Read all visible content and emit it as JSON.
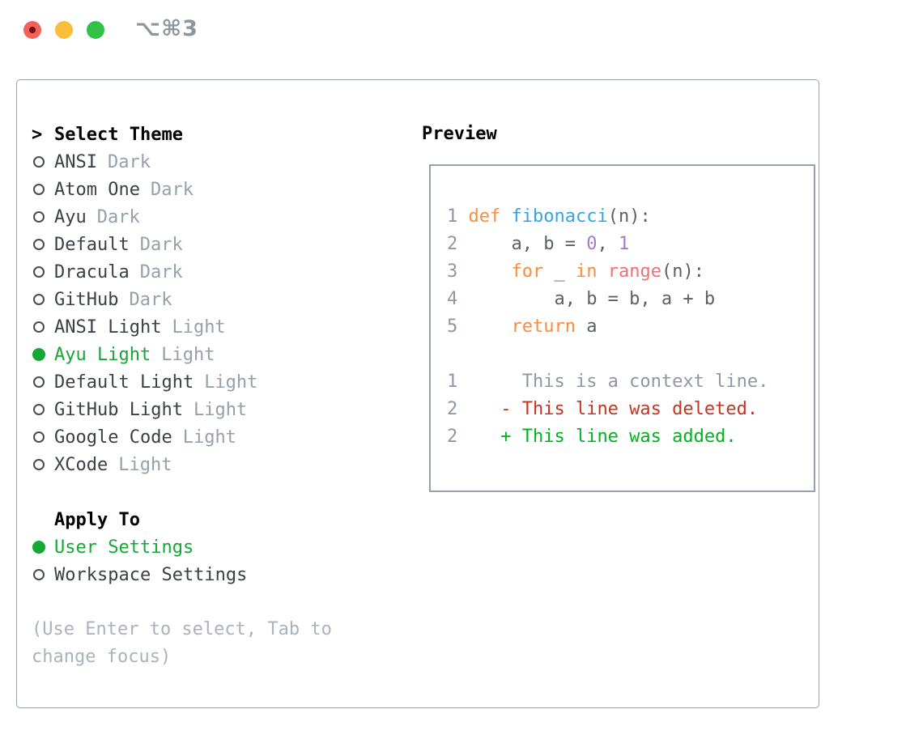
{
  "window": {
    "shortcut": "⌥⌘3",
    "controls": [
      "close",
      "minimize",
      "zoom"
    ]
  },
  "theme_picker": {
    "prompt": ">",
    "title": "Select Theme",
    "items": [
      {
        "name": "ANSI",
        "variant": "Dark",
        "selected": false
      },
      {
        "name": "Atom One",
        "variant": "Dark",
        "selected": false
      },
      {
        "name": "Ayu",
        "variant": "Dark",
        "selected": false
      },
      {
        "name": "Default",
        "variant": "Dark",
        "selected": false
      },
      {
        "name": "Dracula",
        "variant": "Dark",
        "selected": false
      },
      {
        "name": "GitHub",
        "variant": "Dark",
        "selected": false
      },
      {
        "name": "ANSI Light",
        "variant": "Light",
        "selected": false
      },
      {
        "name": "Ayu Light",
        "variant": "Light",
        "selected": true
      },
      {
        "name": "Default Light",
        "variant": "Light",
        "selected": false
      },
      {
        "name": "GitHub Light",
        "variant": "Light",
        "selected": false
      },
      {
        "name": "Google Code",
        "variant": "Light",
        "selected": false
      },
      {
        "name": "XCode",
        "variant": "Light",
        "selected": false
      }
    ],
    "apply_to": {
      "title": "Apply To",
      "options": [
        {
          "label": "User Settings",
          "selected": true
        },
        {
          "label": "Workspace Settings",
          "selected": false
        }
      ]
    },
    "hint_lines": [
      "(Use Enter to select, Tab to",
      "change focus)"
    ]
  },
  "preview": {
    "title": "Preview",
    "lines": [
      [
        {
          "c": "ln",
          "t": "1 "
        },
        {
          "c": "kw",
          "t": "def"
        },
        {
          "c": "fg",
          "t": " "
        },
        {
          "c": "fn",
          "t": "fibonacci"
        },
        {
          "c": "fg",
          "t": "(n):"
        }
      ],
      [
        {
          "c": "ln",
          "t": "2 "
        },
        {
          "c": "fg",
          "t": "    a, b = "
        },
        {
          "c": "num",
          "t": "0"
        },
        {
          "c": "fg",
          "t": ", "
        },
        {
          "c": "num",
          "t": "1"
        }
      ],
      [
        {
          "c": "ln",
          "t": "3 "
        },
        {
          "c": "fg",
          "t": "    "
        },
        {
          "c": "kw",
          "t": "for"
        },
        {
          "c": "fg",
          "t": " _ "
        },
        {
          "c": "kw",
          "t": "in"
        },
        {
          "c": "fg",
          "t": " "
        },
        {
          "c": "call",
          "t": "range"
        },
        {
          "c": "fg",
          "t": "(n):"
        }
      ],
      [
        {
          "c": "ln",
          "t": "4 "
        },
        {
          "c": "fg",
          "t": "        a, b = b, a + b"
        }
      ],
      [
        {
          "c": "ln",
          "t": "5 "
        },
        {
          "c": "fg",
          "t": "    "
        },
        {
          "c": "kw",
          "t": "return"
        },
        {
          "c": "fg",
          "t": " a"
        }
      ],
      [
        {
          "c": "ln",
          "t": " "
        }
      ],
      [
        {
          "c": "ln",
          "t": "1 "
        },
        {
          "c": "ctx",
          "t": "     This is a context line."
        }
      ],
      [
        {
          "c": "ln",
          "t": "2 "
        },
        {
          "c": "del",
          "t": "   - This line was deleted."
        }
      ],
      [
        {
          "c": "ln",
          "t": "2 "
        },
        {
          "c": "add",
          "t": "   + This line was added."
        }
      ]
    ]
  },
  "colors": {
    "accent_green": "#16a734",
    "panel_border": "#99a1ab",
    "list_text": "#3b4045",
    "muted_text": "#97a0aa",
    "hint_text": "#aab2bc",
    "titlebar_text": "#8e959e",
    "traffic_red": "#f4605a",
    "traffic_yellow": "#fbbd3b",
    "traffic_green": "#32c146",
    "syntax": {
      "line_number": "#8f98a2",
      "foreground": "#5c6166",
      "keyword": "#fa8d3e",
      "function": "#36a3e6",
      "builtin_call": "#f07171",
      "number": "#a37acc",
      "context": "#8f98a2",
      "deleted": "#c6331e",
      "added": "#00b31c"
    }
  }
}
